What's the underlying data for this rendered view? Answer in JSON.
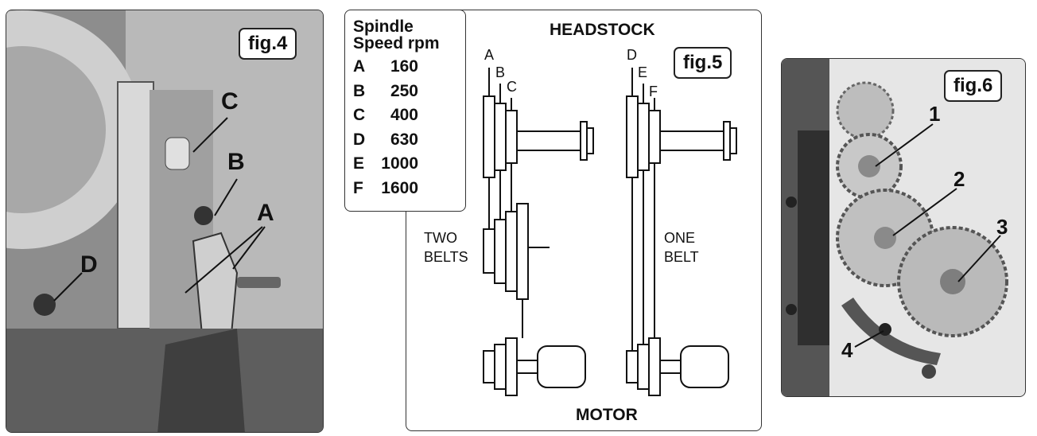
{
  "fig4": {
    "label": "fig.4",
    "callouts": {
      "a": "A",
      "b": "B",
      "c": "C",
      "d": "D"
    }
  },
  "fig5": {
    "label": "fig.5",
    "headstock": "HEADSTOCK",
    "motor": "MOTOR",
    "two_belts": [
      "TWO",
      "BELTS"
    ],
    "one_belt": [
      "ONE",
      "BELT"
    ],
    "pulley_letters": [
      "A",
      "B",
      "C",
      "D",
      "E",
      "F"
    ],
    "speed_table": {
      "title_line1": "Spindle",
      "title_line2": "Speed rpm",
      "rows": [
        {
          "key": "A",
          "rpm": "160"
        },
        {
          "key": "B",
          "rpm": "250"
        },
        {
          "key": "C",
          "rpm": "400"
        },
        {
          "key": "D",
          "rpm": "630"
        },
        {
          "key": "E",
          "rpm": "1000"
        },
        {
          "key": "F",
          "rpm": "1600"
        }
      ]
    }
  },
  "fig6": {
    "label": "fig.6",
    "callouts": [
      "1",
      "2",
      "3",
      "4"
    ]
  }
}
